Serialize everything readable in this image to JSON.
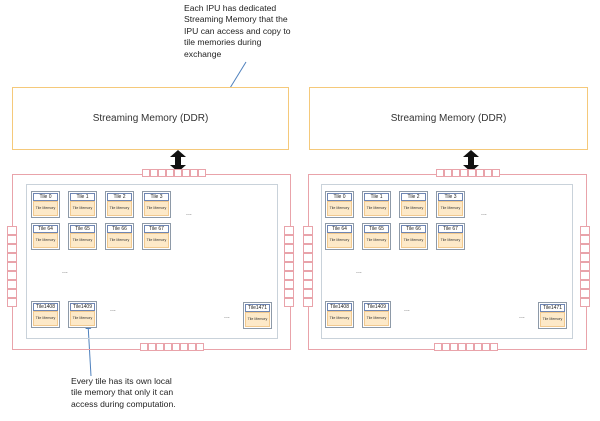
{
  "notes": {
    "top": [
      "Each IPU has dedicated",
      "Streaming Memory that the",
      "IPU can access and copy to",
      "tile memories during",
      "exchange"
    ],
    "bottom": [
      "Every tile has its own local",
      "tile memory that only it can",
      "access during computation."
    ]
  },
  "ipus": [
    {
      "memory_label": "Streaming Memory (DDR)",
      "tiles": [
        {
          "name": "Tile 0",
          "memory": "Tile Memory"
        },
        {
          "name": "Tile 1",
          "memory": "Tile Memory"
        },
        {
          "name": "Tile 2",
          "memory": "Tile Memory"
        },
        {
          "name": "Tile 3",
          "memory": "Tile Memory"
        },
        {
          "name": "Tile 64",
          "memory": "Tile Memory"
        },
        {
          "name": "Tile 65",
          "memory": "Tile Memory"
        },
        {
          "name": "Tile 66",
          "memory": "Tile Memory"
        },
        {
          "name": "Tile 67",
          "memory": "Tile Memory"
        },
        {
          "name": "Tile1408",
          "memory": "Tile Memory"
        },
        {
          "name": "Tile1409",
          "memory": "Tile Memory"
        },
        {
          "name": "Tile1471",
          "memory": "Tile Memory"
        }
      ],
      "ellipsis": "..."
    },
    {
      "memory_label": "Streaming Memory (DDR)",
      "tiles": [
        {
          "name": "Tile 0",
          "memory": "Tile Memory"
        },
        {
          "name": "Tile 1",
          "memory": "Tile Memory"
        },
        {
          "name": "Tile 2",
          "memory": "Tile Memory"
        },
        {
          "name": "Tile 3",
          "memory": "Tile Memory"
        },
        {
          "name": "Tile 64",
          "memory": "Tile Memory"
        },
        {
          "name": "Tile 65",
          "memory": "Tile Memory"
        },
        {
          "name": "Tile 66",
          "memory": "Tile Memory"
        },
        {
          "name": "Tile 67",
          "memory": "Tile Memory"
        },
        {
          "name": "Tile1408",
          "memory": "Tile Memory"
        },
        {
          "name": "Tile1409",
          "memory": "Tile Memory"
        },
        {
          "name": "Tile1471",
          "memory": "Tile Memory"
        }
      ],
      "ellipsis": "..."
    }
  ],
  "colors": {
    "memory_border": "#f5c97a",
    "ipu_border": "#e9a3aa",
    "tile_memory_fill": "#fde9c8",
    "arrow": "#4f81bd"
  }
}
